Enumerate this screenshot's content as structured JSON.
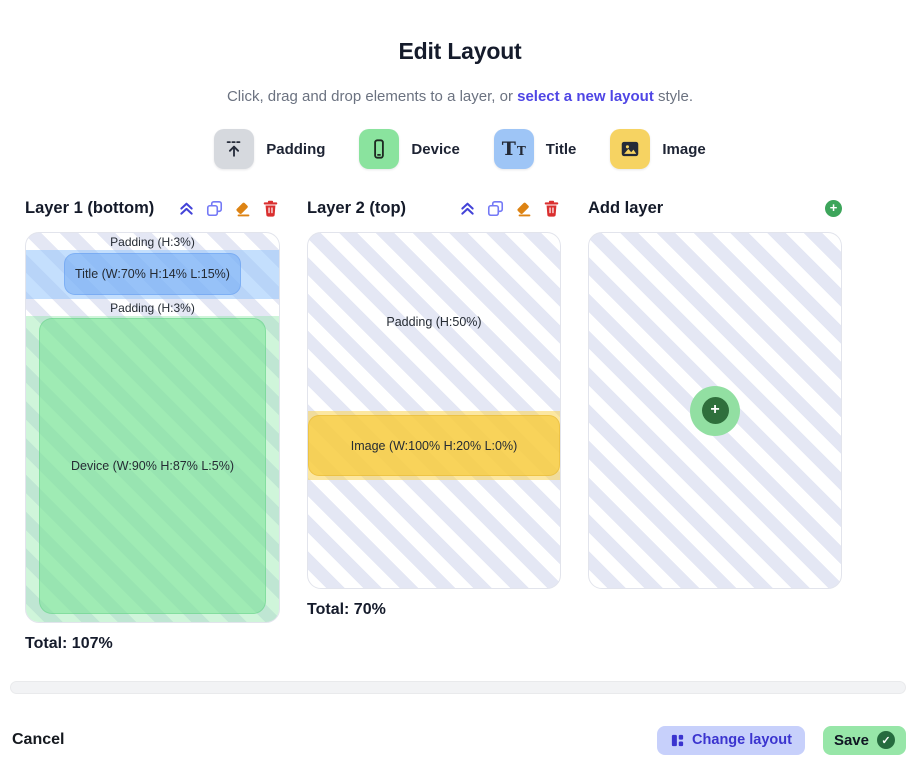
{
  "header": {
    "title": "Edit Layout",
    "subtitle_prefix": "Click, drag and drop elements to a layer, or ",
    "subtitle_link": "select a new layout",
    "subtitle_suffix": " style."
  },
  "toolbar": {
    "items": [
      {
        "label": "Padding",
        "icon": "padding-arrow-icon",
        "color": "#d6d9de"
      },
      {
        "label": "Device",
        "icon": "smartphone-icon",
        "color": "#8ae39e"
      },
      {
        "label": "Title",
        "icon": "text-title-icon",
        "color": "#9ec5f6"
      },
      {
        "label": "Image",
        "icon": "image-icon",
        "color": "#f6d362"
      }
    ]
  },
  "layers": [
    {
      "name": "Layer 1 (bottom)",
      "total": "Total: 107%",
      "actions": [
        "bring-to-front",
        "duplicate",
        "erase",
        "delete"
      ],
      "blocks": [
        {
          "type": "padding",
          "label": "Padding (H:3%)"
        },
        {
          "type": "title",
          "label": "Title (W:70% H:14% L:15%)"
        },
        {
          "type": "padding",
          "label": "Padding (H:3%)"
        },
        {
          "type": "device",
          "label": "Device (W:90% H:87% L:5%)"
        }
      ]
    },
    {
      "name": "Layer 2 (top)",
      "total": "Total: 70%",
      "actions": [
        "bring-to-front",
        "duplicate",
        "erase",
        "delete"
      ],
      "blocks": [
        {
          "type": "padding",
          "label": "Padding (H:50%)"
        },
        {
          "type": "image",
          "label": "Image (W:100% H:20% L:0%)"
        }
      ]
    },
    {
      "name": "Add layer"
    }
  ],
  "glyphs": {
    "plus": "+",
    "check": "✓",
    "title_big": "T",
    "title_small": "T"
  },
  "footer": {
    "cancel": "Cancel",
    "change_layout": "Change layout",
    "save": "Save"
  },
  "colors": {
    "link_indigo": "#4f46e5",
    "chevron_indigo": "#4343d8",
    "copy_indigo": "#7479f6",
    "eraser_orange": "#dd8313",
    "trash_red": "#da2f2f",
    "stripe_lavender": "#e4e7f4",
    "change_layout_bg": "#c7d0fb",
    "change_layout_text": "#3b34cf",
    "save_bg": "#97e6a8",
    "save_check_bg": "#256b3e",
    "add_button_outer": "#92dfa2",
    "add_button_inner": "#2f6f3c"
  }
}
